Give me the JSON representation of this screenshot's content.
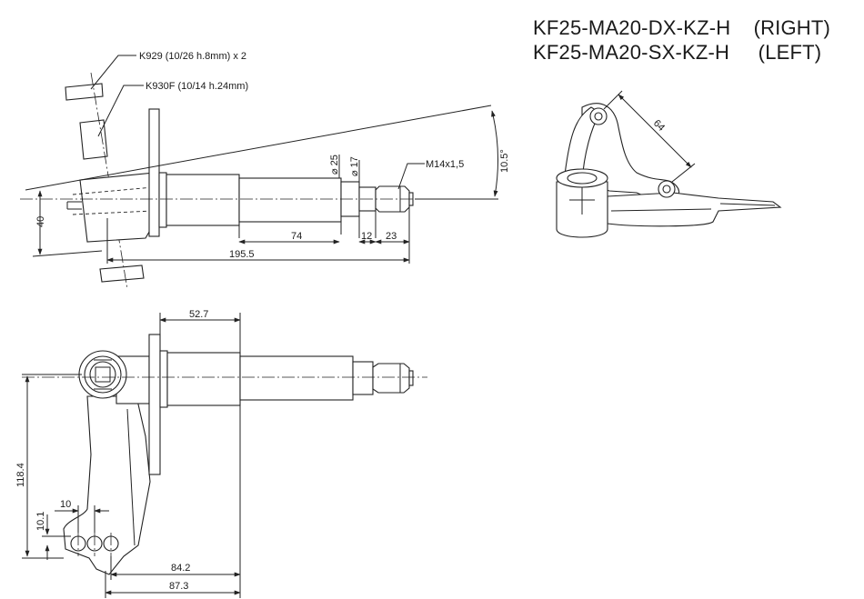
{
  "titles": {
    "right": "KF25-MA20-DX-KZ-H    (RIGHT)",
    "left": "KF25-MA20-SX-KZ-H     (LEFT)"
  },
  "callouts": {
    "bushing_k929": "K929  (10/26 h.8mm)  x 2",
    "bushing_k930f": "K930F  (10/14  h.24mm)",
    "thread": "M14x1,5"
  },
  "dimensions": {
    "overall_length": "195.5",
    "shaft_length": "74",
    "collar_length": "12",
    "tip_length": "23",
    "diameter_25": "⌀ 25",
    "diameter_17": "⌀ 17",
    "angle": "10.5°",
    "height_40": "40",
    "arm_length_64": "64",
    "offset_52_7": "52.7",
    "height_118_4": "118.4",
    "hole_spacing_10": "10",
    "hole_height_10_1": "10.1",
    "distance_84_2": "84.2",
    "distance_87_3": "87.3"
  },
  "colors": {
    "line": "#222222",
    "background": "#ffffff"
  }
}
